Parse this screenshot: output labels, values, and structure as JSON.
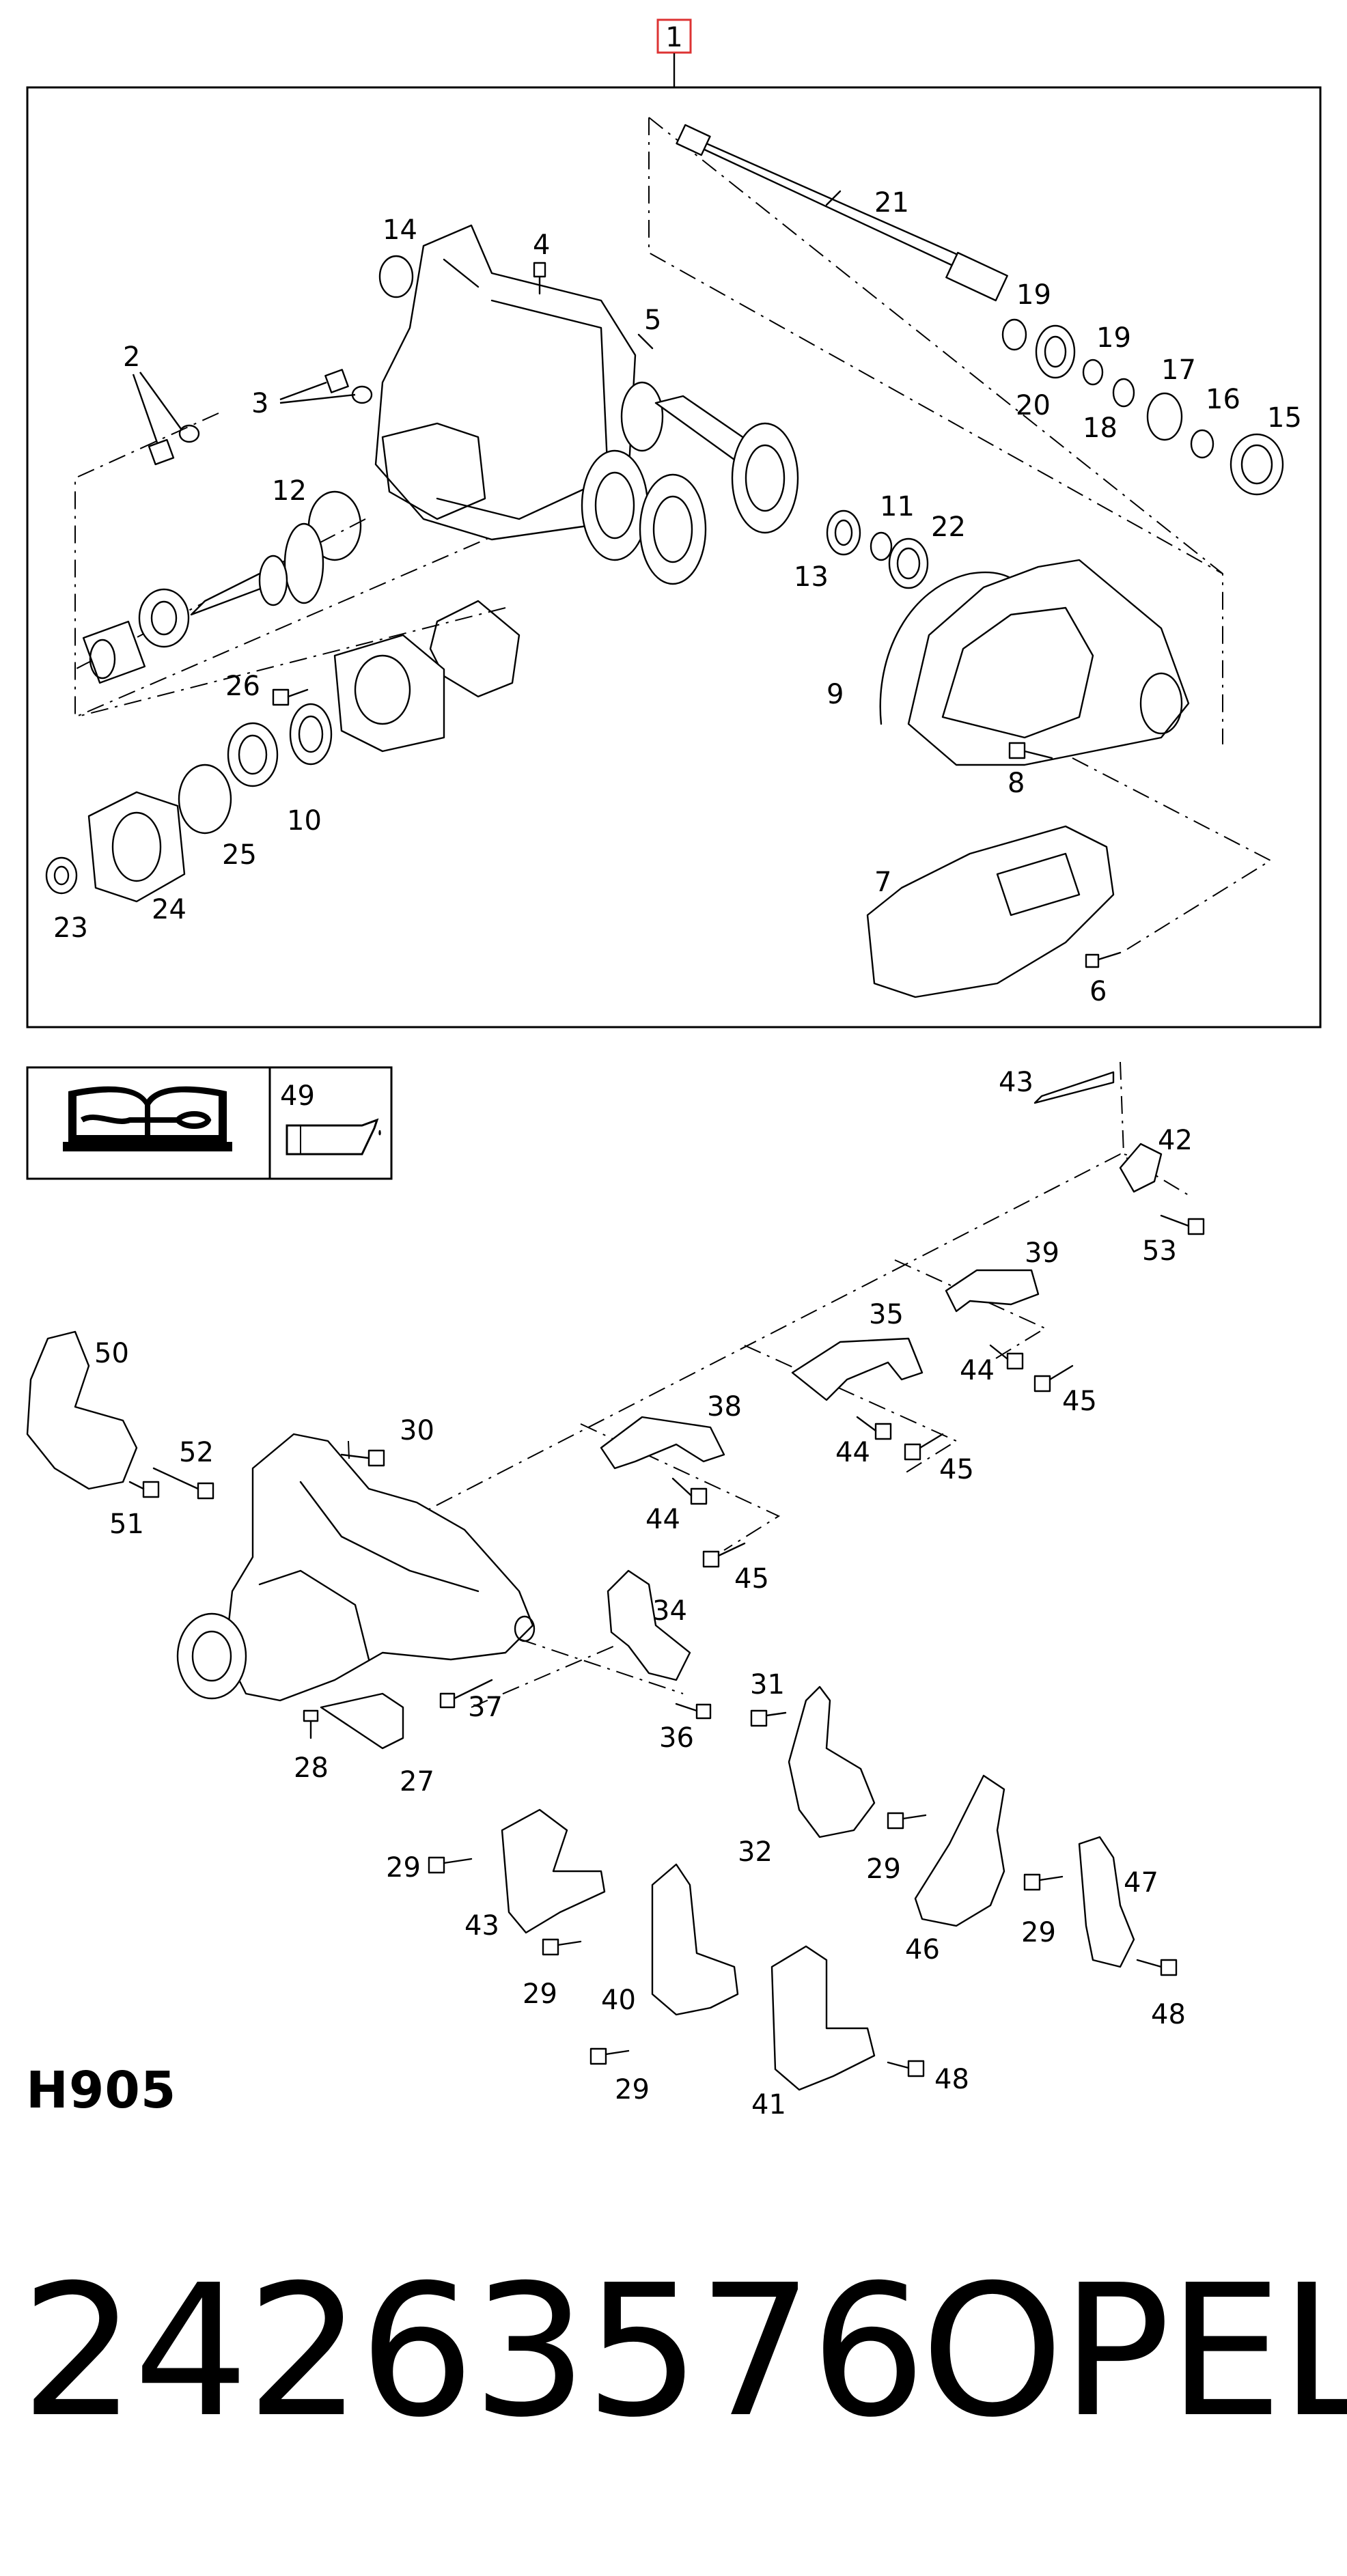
{
  "diagram": {
    "assembly_badge": "1",
    "code": "H905",
    "oil_symbol_label": "49",
    "icons": {
      "manual": "repair-manual-wrench-icon",
      "oil": "oil-can-icon"
    },
    "callouts": {
      "c1": "2",
      "c2": "3",
      "c3": "4",
      "c4": "5",
      "c5": "6",
      "c6": "7",
      "c7": "8",
      "c8": "9",
      "c9": "10",
      "c10": "11",
      "c11": "12",
      "c12": "13",
      "c13": "14",
      "c14": "15",
      "c15": "16",
      "c16": "17",
      "c17": "18",
      "c18": "19",
      "c19": "19",
      "c20": "20",
      "c21": "21",
      "c22": "22",
      "c23": "23",
      "c24": "24",
      "c25": "25",
      "c26": "26",
      "c27": "27",
      "c28": "28",
      "c29": "29",
      "c30": "29",
      "c31": "29",
      "c32": "29",
      "c33": "29",
      "c34": "30",
      "c35": "31",
      "c36": "32",
      "c37": "34",
      "c38": "35",
      "c39": "36",
      "c40": "37",
      "c41": "38",
      "c42": "39",
      "c43": "40",
      "c44": "41",
      "c45": "42",
      "c46": "43",
      "c47": "43",
      "c48": "44",
      "c49": "44",
      "c50": "44",
      "c51": "45",
      "c52": "45",
      "c53": "45",
      "c54": "46",
      "c55": "47",
      "c56": "48",
      "c57": "48",
      "c58": "50",
      "c59": "51",
      "c60": "52",
      "c61": "53"
    }
  },
  "footer": {
    "part_number": "24263576",
    "brand": "OPEL"
  }
}
